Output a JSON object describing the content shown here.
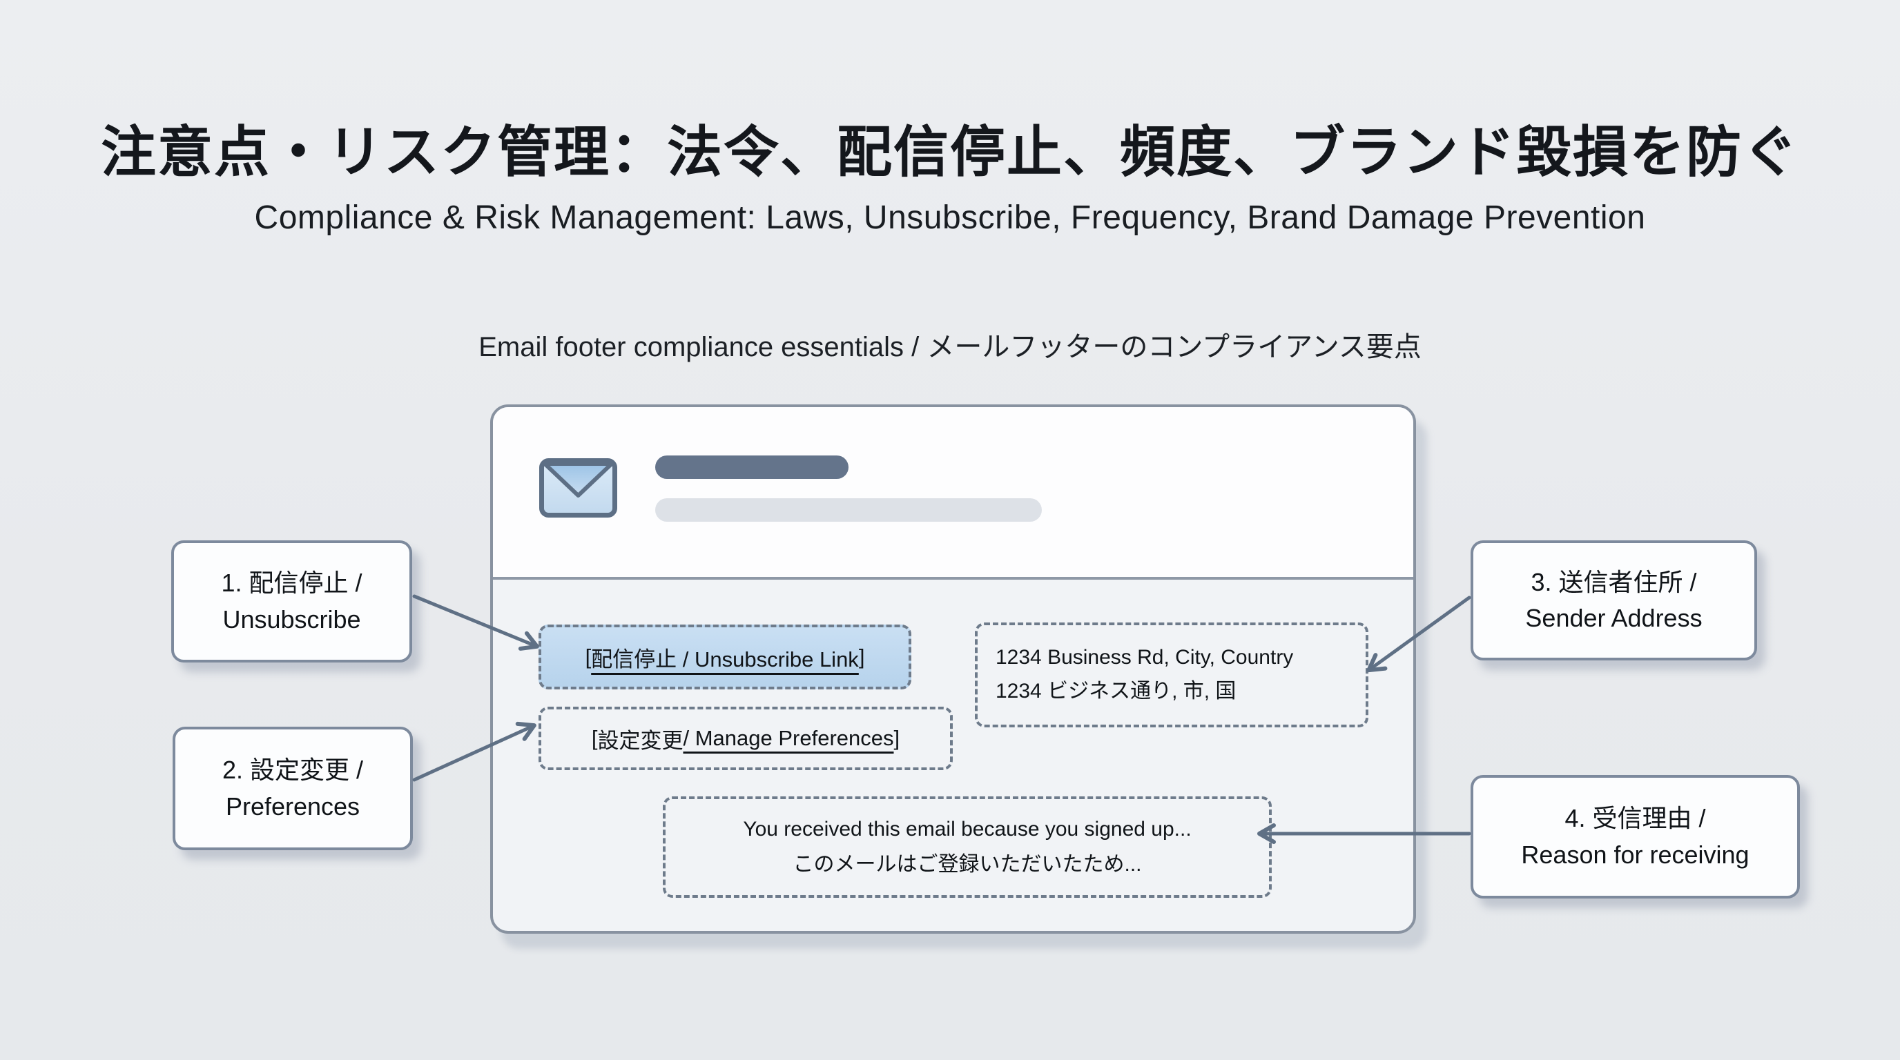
{
  "header": {
    "title_jp": "注意点・リスク管理：法令、配信停止、頻度、ブランド毀損を防ぐ",
    "title_en": "Compliance & Risk Management: Laws, Unsubscribe, Frequency, Brand Damage Prevention",
    "caption": "Email footer compliance essentials / メールフッターのコンプライアンス要点"
  },
  "email_card": {
    "unsubscribe": {
      "bracket_open": "[",
      "label": "配信停止 / Unsubscribe Link",
      "bracket_close": "]"
    },
    "preferences": {
      "bracket_open": "[",
      "prefix": "設定変更 ",
      "link_label": "/ Manage Preferences",
      "bracket_close": "]"
    },
    "sender_address": {
      "line1": "1234 Business Rd, City, Country",
      "line2": "1234 ビジネス通り, 市, 国"
    },
    "reason": {
      "line1": "You received this email because you signed up...",
      "line2": "このメールはご登録いただいたため..."
    }
  },
  "callouts": [
    {
      "line1": "1. 配信停止 /",
      "line2": "Unsubscribe"
    },
    {
      "line1": "2. 設定変更 /",
      "line2": "Preferences"
    },
    {
      "line1": "3. 送信者住所 /",
      "line2": "Sender Address"
    },
    {
      "line1": "4. 受信理由 /",
      "line2": "Reason for receiving"
    }
  ],
  "icons": {
    "envelope": "envelope-icon"
  },
  "colors": {
    "background": "#e8eaed",
    "accent_blue_highlight": "#bcd7ef",
    "envelope_blue": "#a9cce9",
    "bar_dark": "#64748b",
    "bar_light": "#dde1e7",
    "arrow": "#5f7085",
    "card_border": "#8892a0",
    "dashed_border": "#6e7b8b",
    "callout_border": "#7d8a9d"
  }
}
